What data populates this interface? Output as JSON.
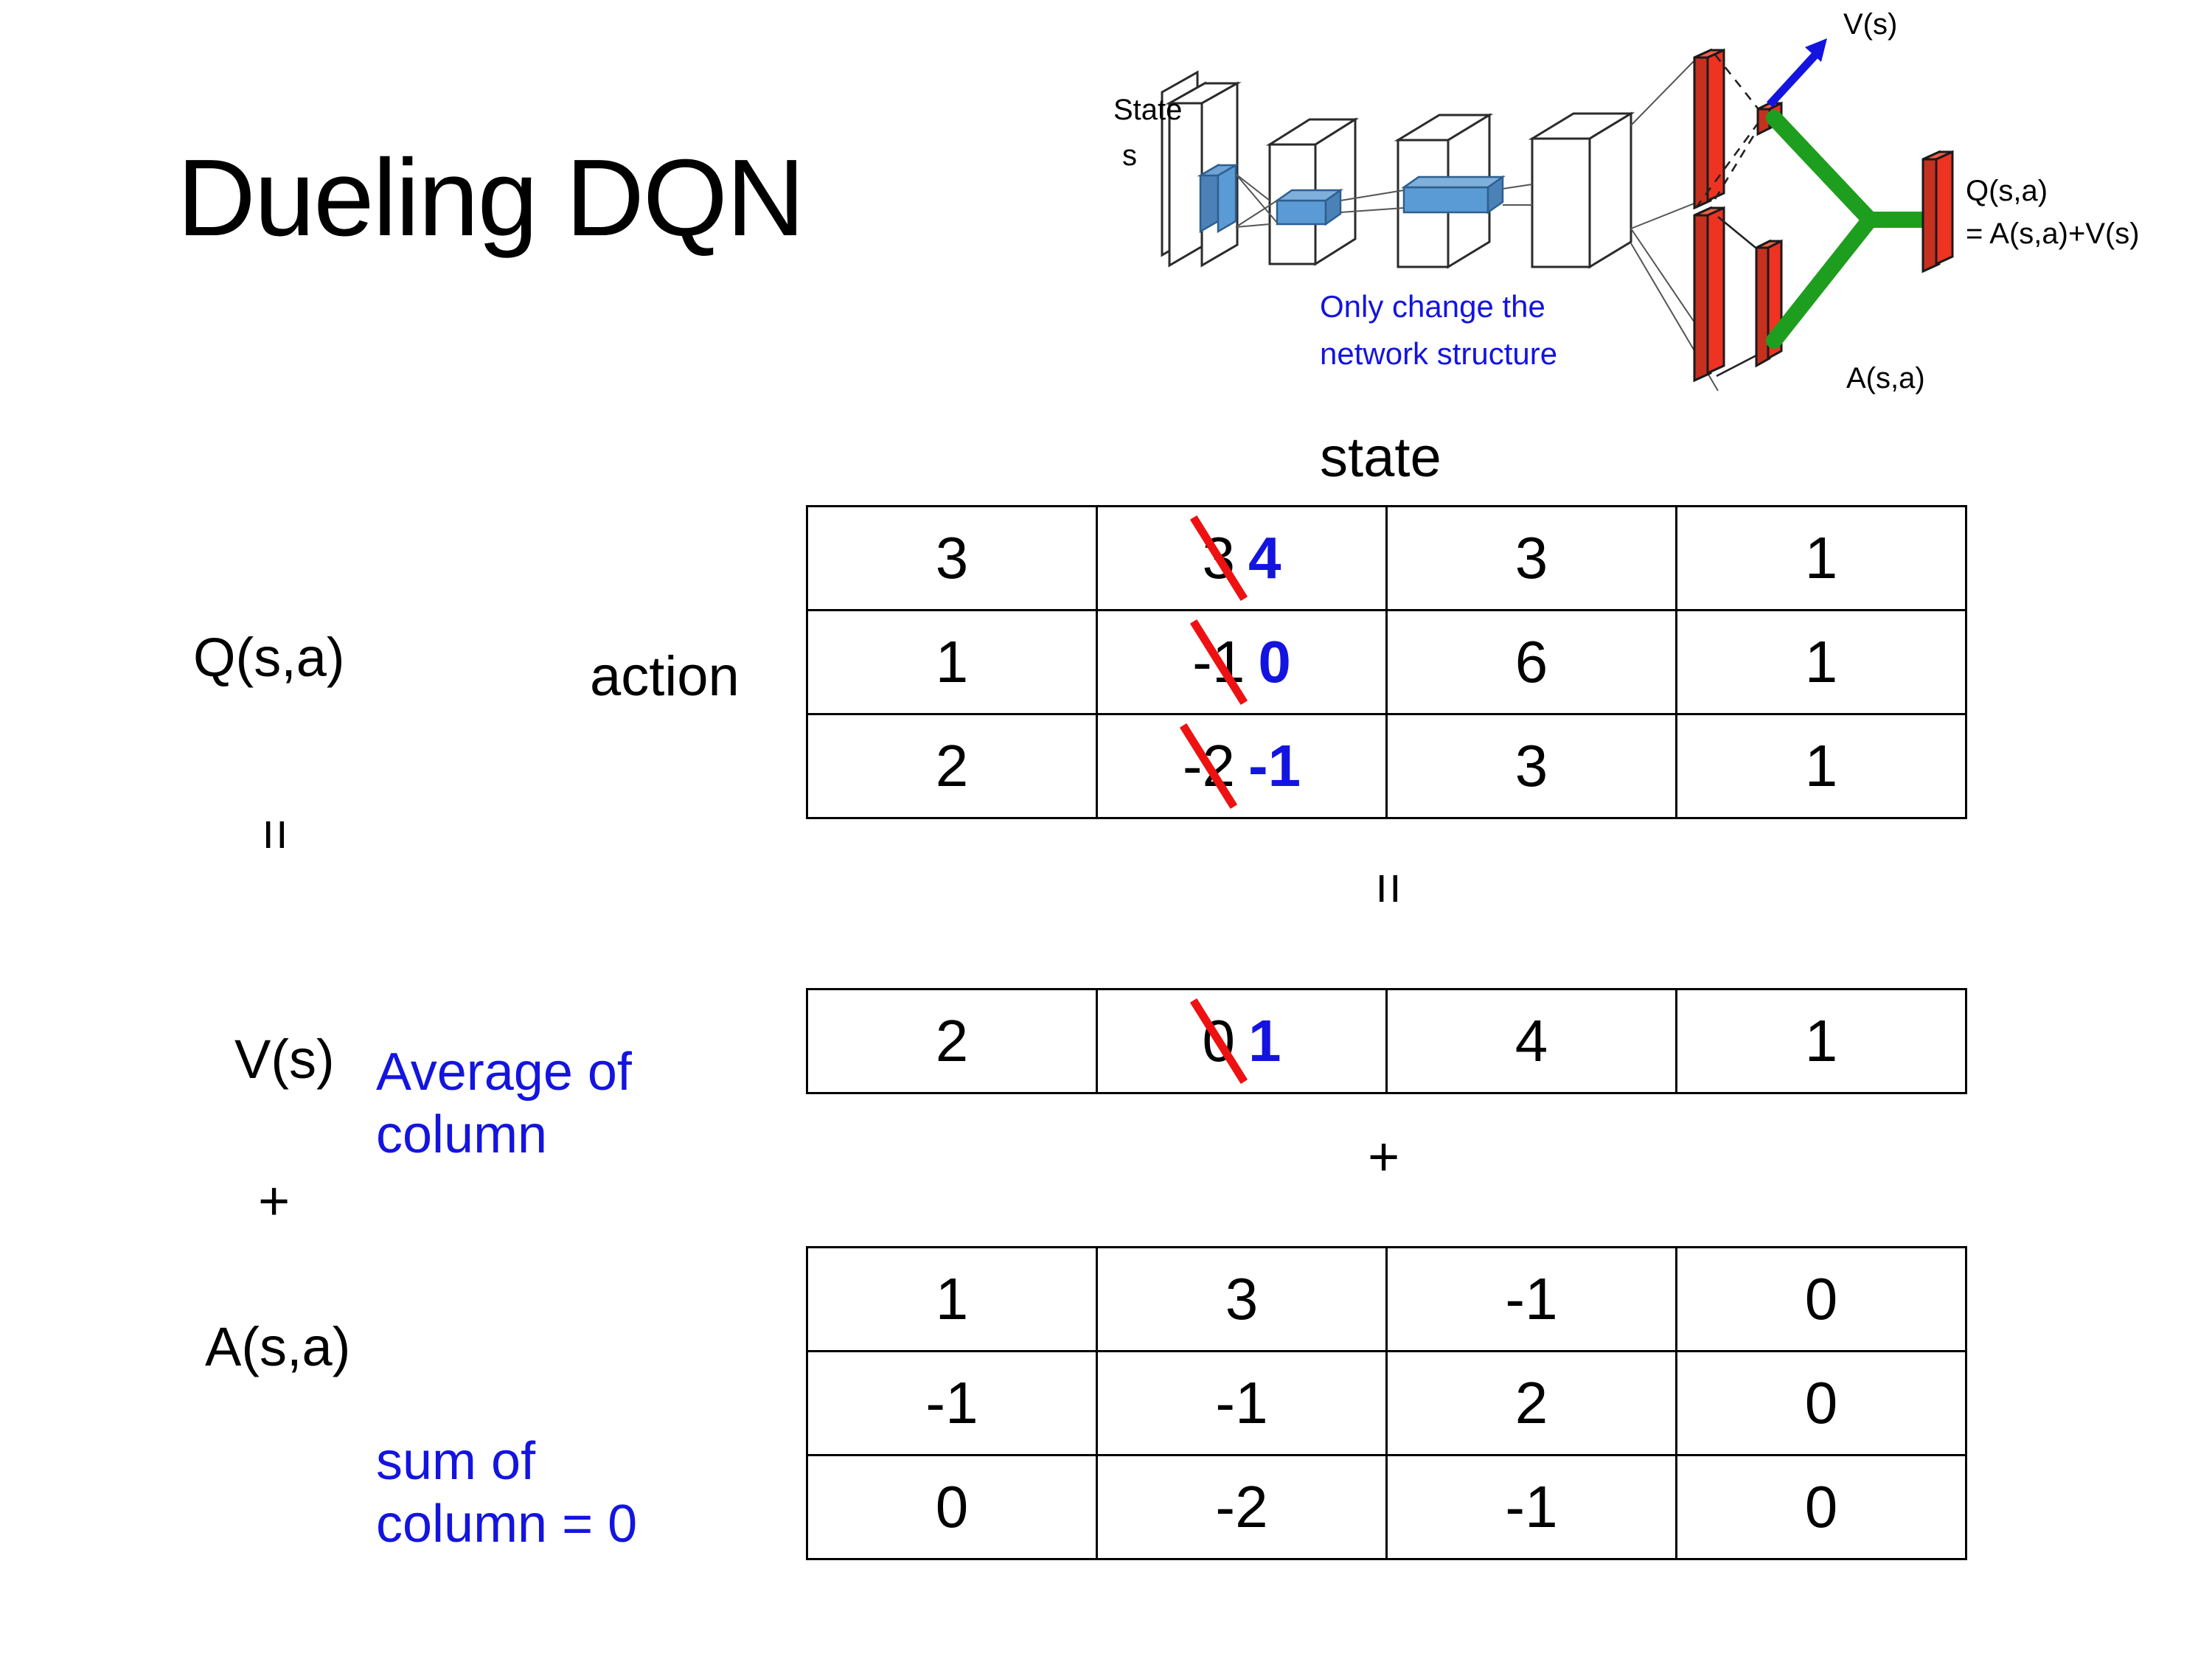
{
  "slide": {
    "title": "Dueling DQN",
    "background_color": "#ffffff"
  },
  "colors": {
    "accent_blue": "#1414e0",
    "strike_red": "#ee1111",
    "node_red": "#ee3322",
    "node_blue": "#5b9bd5",
    "link_green": "#1e9e1e",
    "text_black": "#000000"
  },
  "diagram": {
    "state_label_line1": "State",
    "state_label_line2": "s",
    "note_line1": "Only change the",
    "note_line2": "network structure",
    "value_label": "V(s)",
    "advantage_label": "A(s,a)",
    "q_label_line1": "Q(s,a)",
    "q_label_line2": "= A(s,a)+V(s)"
  },
  "axes": {
    "state_label": "state",
    "action_label": "action"
  },
  "labels": {
    "q_label": "Q(s,a)",
    "v_label": "V(s)",
    "a_label": "A(s,a)",
    "equals_top": "=",
    "plus_left": "+",
    "equals_mid": "=",
    "plus_mid": "+",
    "note_v_line1": "Average of",
    "note_v_line2": "column",
    "note_a_line1": "sum of",
    "note_a_line2": "column = 0"
  },
  "chart_data": {
    "type": "table",
    "title": "Dueling DQN decomposition Q(s,a) = V(s) + A(s,a)",
    "xlabel": "state",
    "ylabel": "action",
    "tables": [
      {
        "name": "Q(s,a)",
        "rows": [
          [
            {
              "value": "3"
            },
            {
              "value": "3",
              "struck": true,
              "replacement": "4"
            },
            {
              "value": "3"
            },
            {
              "value": "1"
            }
          ],
          [
            {
              "value": "1"
            },
            {
              "value": "-1",
              "struck": true,
              "replacement": "0"
            },
            {
              "value": "6"
            },
            {
              "value": "1"
            }
          ],
          [
            {
              "value": "2"
            },
            {
              "value": "-2",
              "struck": true,
              "replacement": "-1"
            },
            {
              "value": "3"
            },
            {
              "value": "1"
            }
          ]
        ]
      },
      {
        "name": "V(s)",
        "rows": [
          [
            {
              "value": "2"
            },
            {
              "value": "0",
              "struck": true,
              "replacement": "1"
            },
            {
              "value": "4"
            },
            {
              "value": "1"
            }
          ]
        ]
      },
      {
        "name": "A(s,a)",
        "rows": [
          [
            {
              "value": "1"
            },
            {
              "value": "3"
            },
            {
              "value": "-1"
            },
            {
              "value": "0"
            }
          ],
          [
            {
              "value": "-1"
            },
            {
              "value": "-1"
            },
            {
              "value": "2"
            },
            {
              "value": "0"
            }
          ],
          [
            {
              "value": "0"
            },
            {
              "value": "-2"
            },
            {
              "value": "-1"
            },
            {
              "value": "0"
            }
          ]
        ]
      }
    ]
  }
}
